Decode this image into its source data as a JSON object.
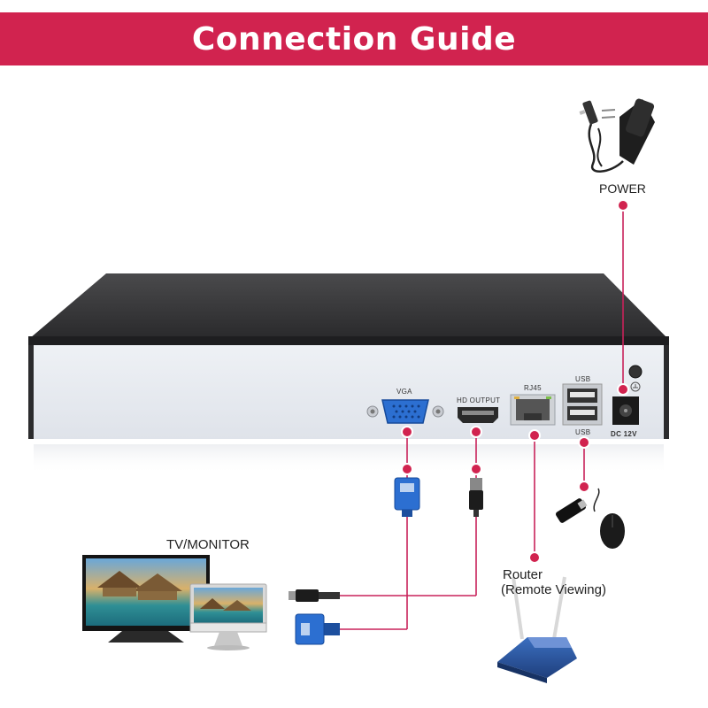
{
  "title": "Connection Guide",
  "labels": {
    "power": "POWER",
    "tv_monitor": "TV/MONITOR",
    "router_line1": "Router",
    "router_line2": "(Remote Viewing)"
  },
  "ports": {
    "vga": "VGA",
    "hd_output": "HD OUTPUT",
    "rj45": "RJ45",
    "usb_top": "USB",
    "usb_bottom": "USB",
    "dc": "DC 12V"
  },
  "colors": {
    "accent": "#d1234f",
    "connector_line": "#c8225a",
    "banner_text": "#ffffff"
  }
}
